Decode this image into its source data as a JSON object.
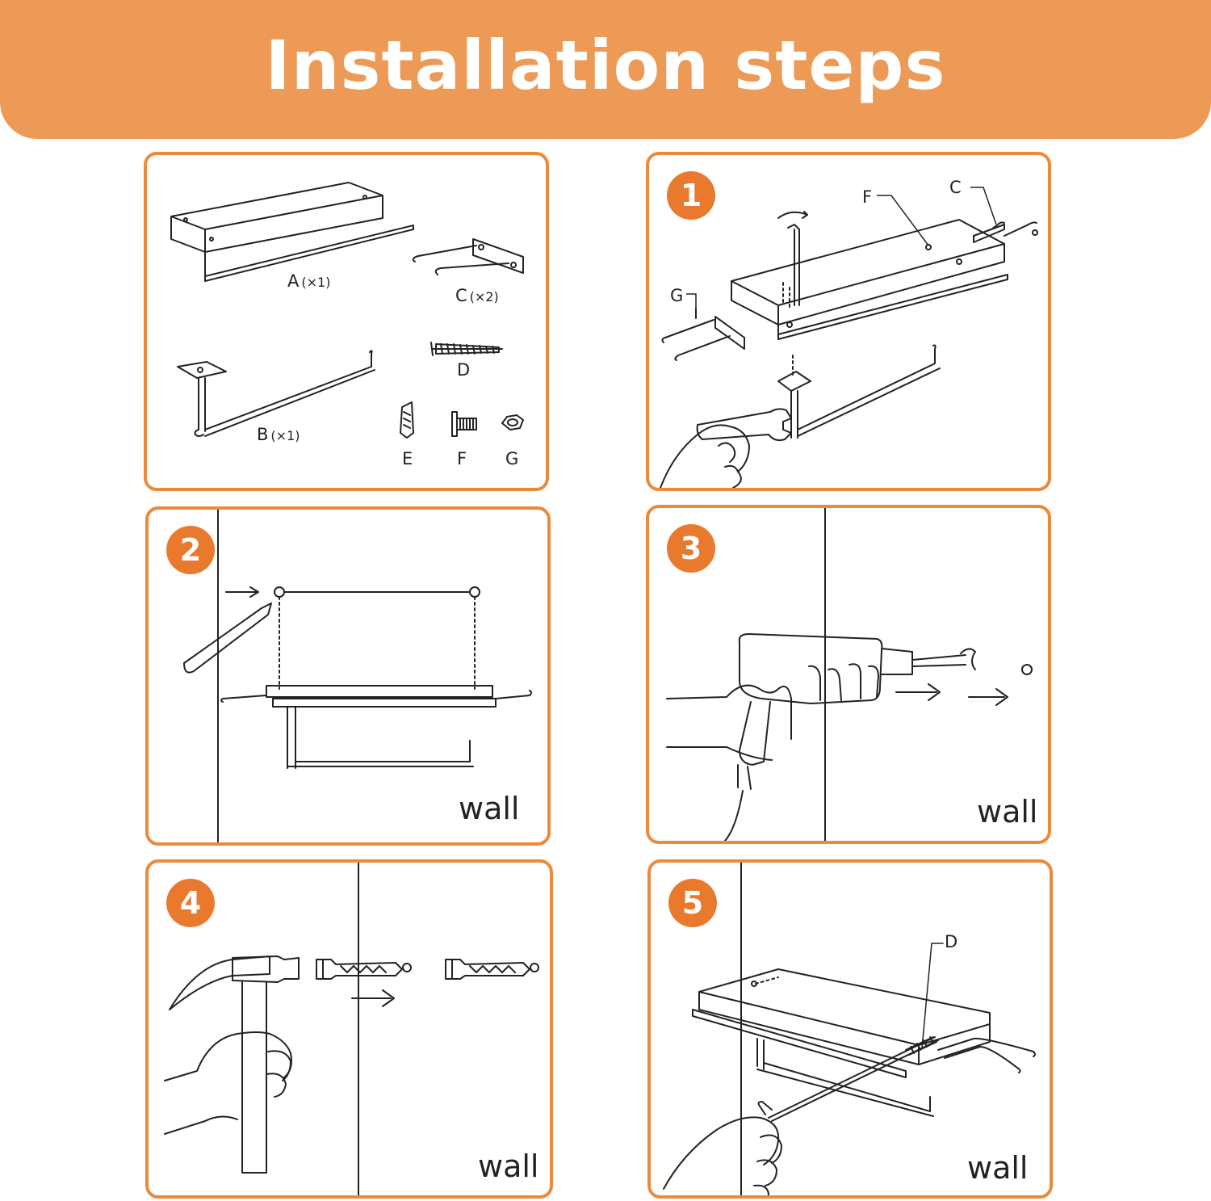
{
  "header": {
    "title": "Installation steps"
  },
  "colors": {
    "banner": "#ec9a56",
    "panel_border": "#ec8a3c",
    "badge": "#e9792d"
  },
  "parts_panel": {
    "parts": [
      {
        "letter": "A",
        "qty": "(×1)"
      },
      {
        "letter": "C",
        "qty": "(×2)"
      },
      {
        "letter": "B",
        "qty": "(×1)"
      },
      {
        "letter": "D"
      },
      {
        "letter": "E"
      },
      {
        "letter": "F"
      },
      {
        "letter": "G"
      }
    ]
  },
  "steps": [
    {
      "number": "1",
      "labels": [
        "F",
        "C",
        "G"
      ],
      "icons": [
        "allen-key-icon",
        "wrench-icon",
        "hand-icon"
      ]
    },
    {
      "number": "2",
      "wall_label": "wall",
      "icons": [
        "pencil-icon",
        "arrow-icon"
      ]
    },
    {
      "number": "3",
      "wall_label": "wall",
      "icons": [
        "drill-icon",
        "arrow-icon"
      ]
    },
    {
      "number": "4",
      "wall_label": "wall",
      "icons": [
        "hammer-icon",
        "anchor-plug-icon",
        "arrow-icon"
      ]
    },
    {
      "number": "5",
      "labels": [
        "D"
      ],
      "wall_label": "wall",
      "icons": [
        "allen-key-icon",
        "screw-icon"
      ]
    }
  ]
}
